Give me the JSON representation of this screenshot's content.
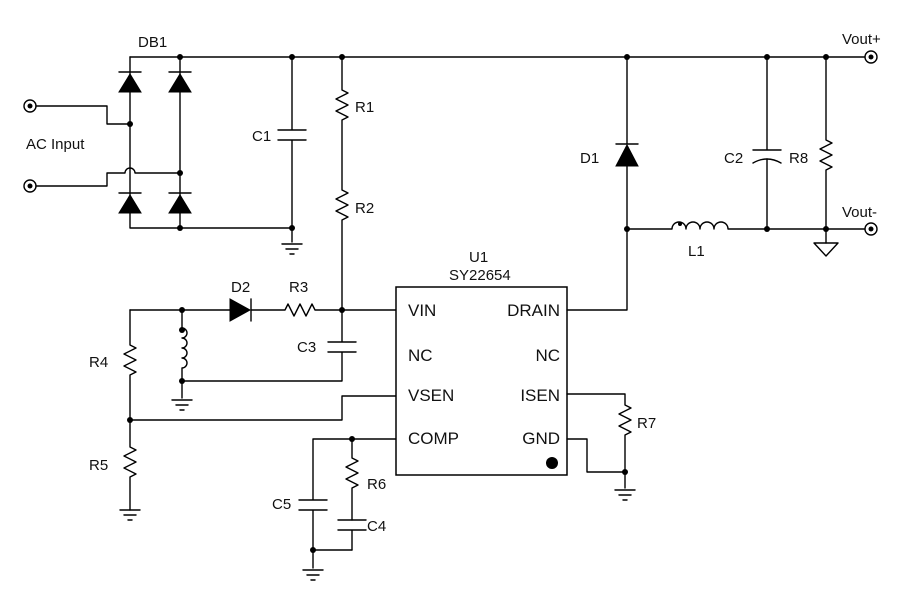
{
  "labels": {
    "db1": "DB1",
    "ac_input": "AC Input",
    "c1": "C1",
    "r1": "R1",
    "r2": "R2",
    "d2": "D2",
    "r3": "R3",
    "c3": "C3",
    "r4": "R4",
    "r5": "R5",
    "c5": "C5",
    "r6": "R6",
    "c4": "C4",
    "d1": "D1",
    "c2": "C2",
    "r8": "R8",
    "l1": "L1",
    "r7": "R7",
    "vout_plus": "Vout+",
    "vout_minus": "Vout-"
  },
  "ic": {
    "ref": "U1",
    "part": "SY22654",
    "pins": {
      "vin": "VIN",
      "nc_left": "NC",
      "vsen": "VSEN",
      "comp": "COMP",
      "drain": "DRAIN",
      "nc_right": "NC",
      "isen": "ISEN",
      "gnd": "GND"
    }
  }
}
